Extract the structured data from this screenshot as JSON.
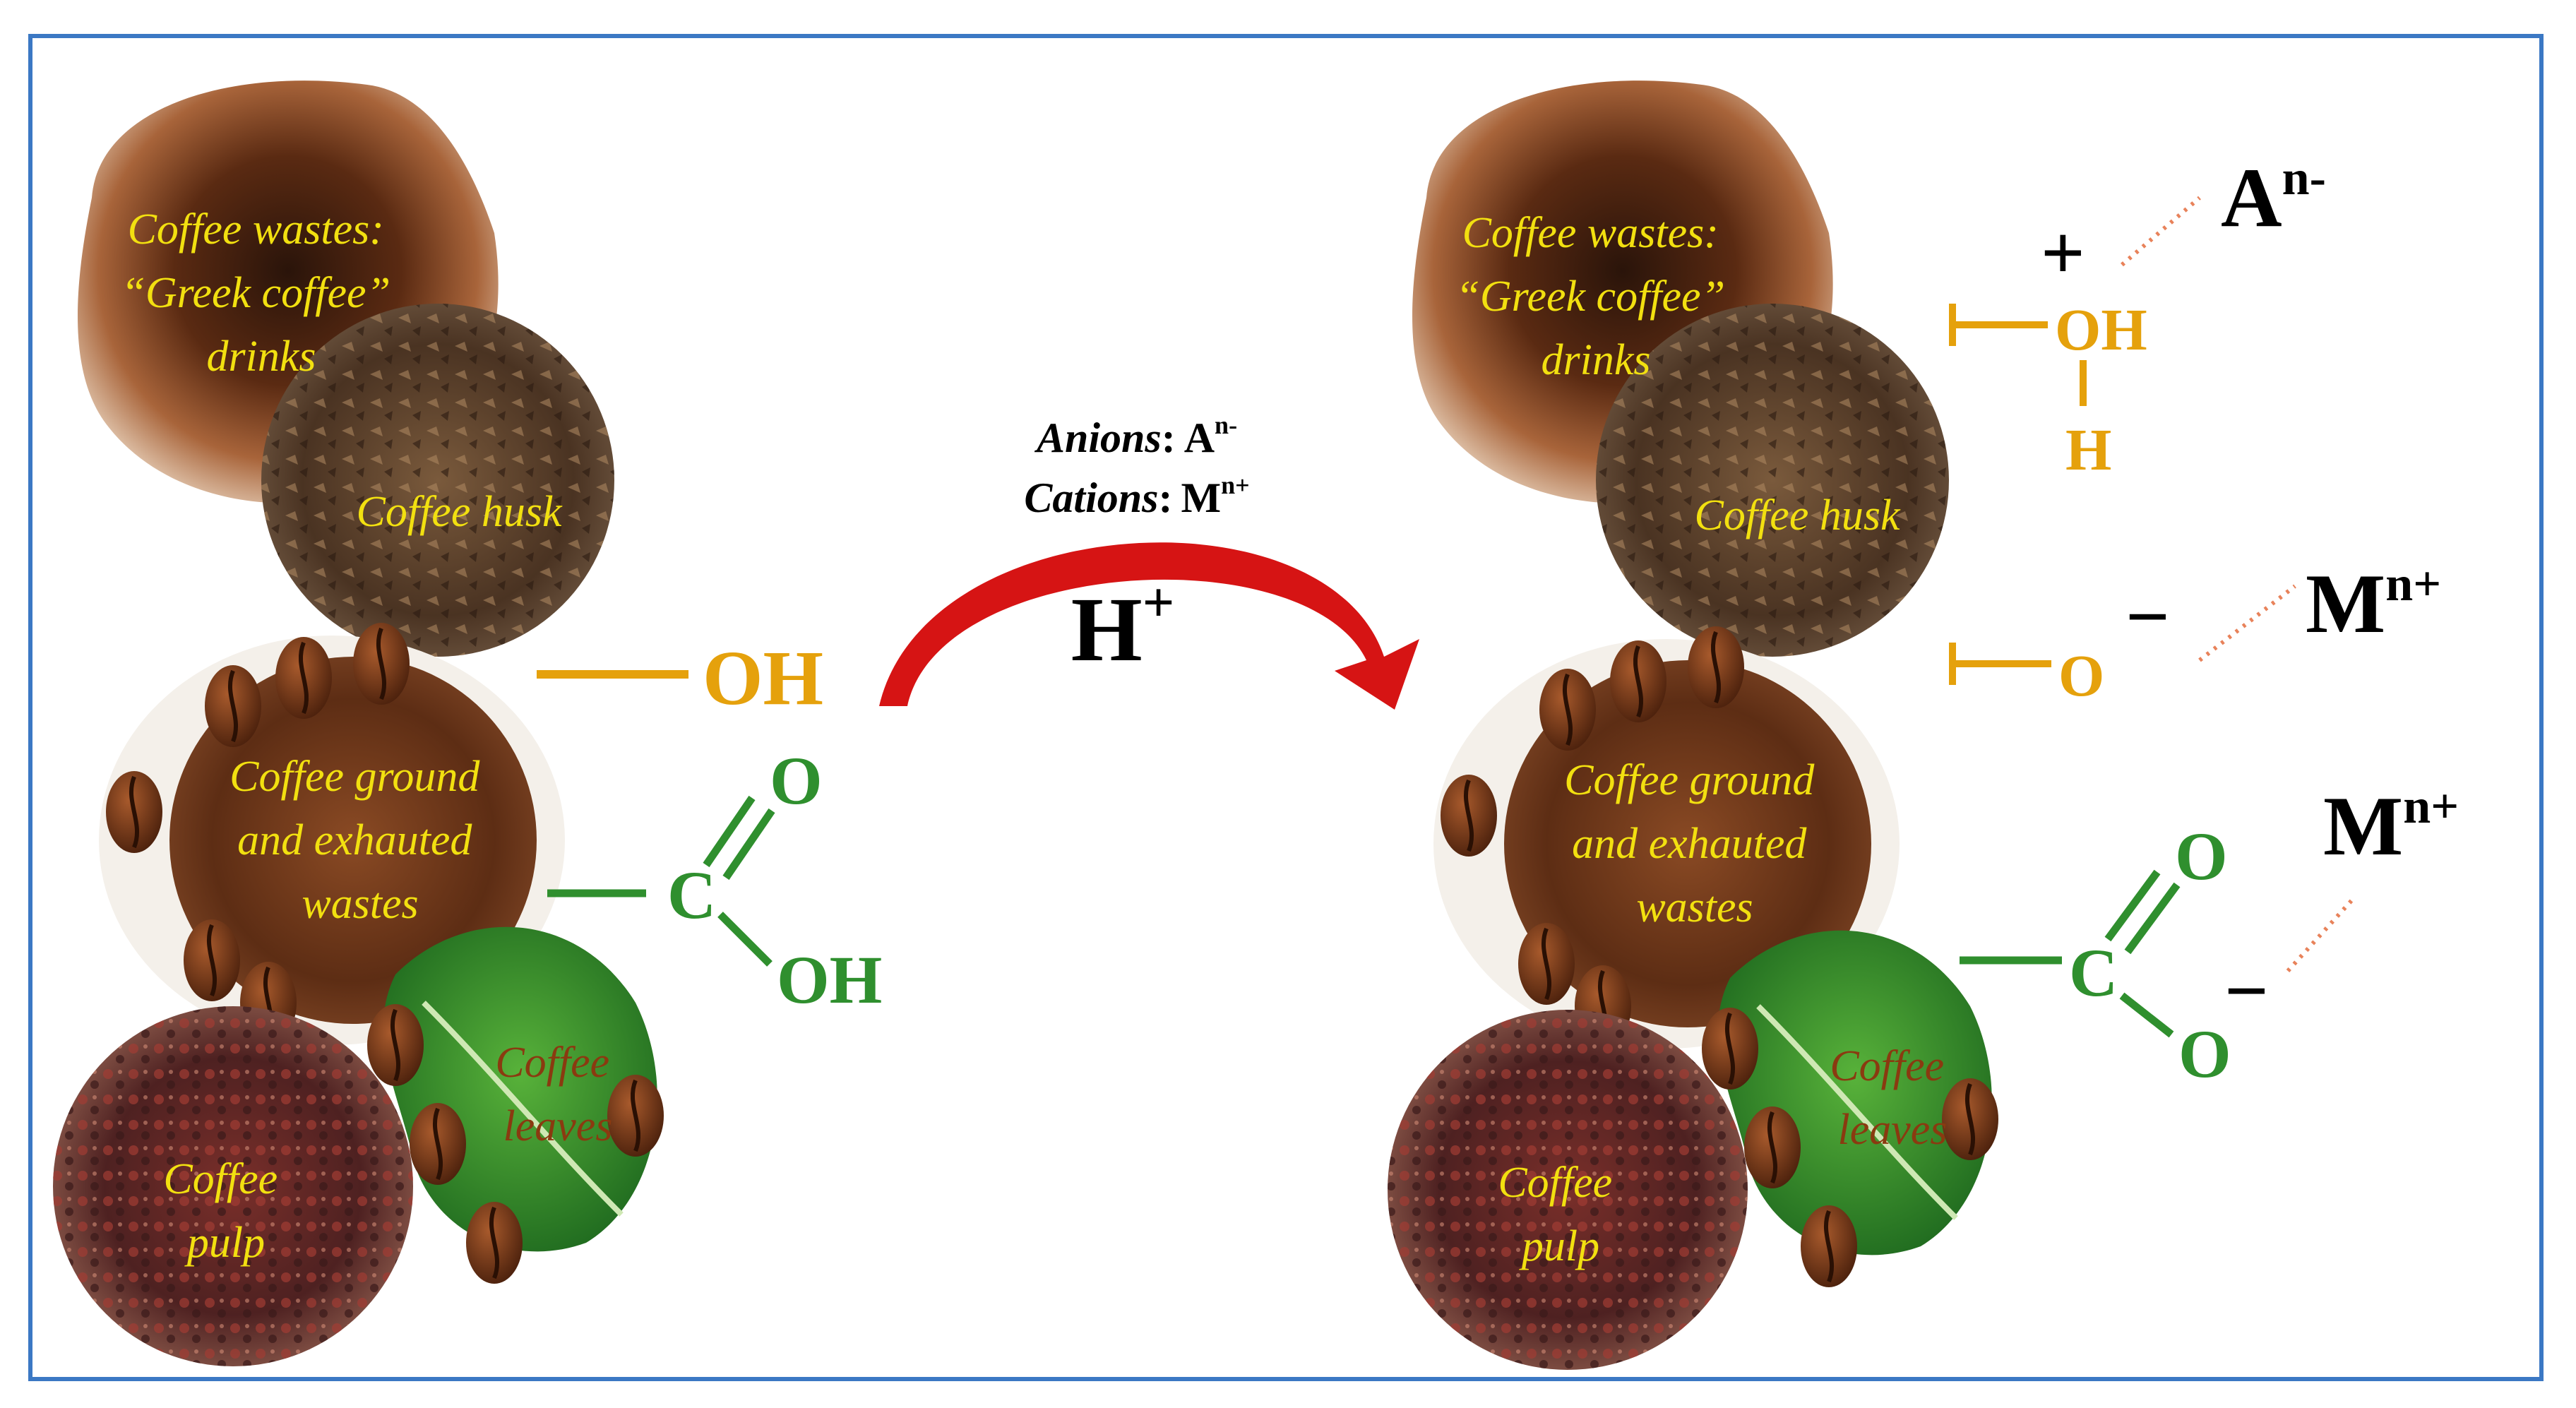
{
  "labels": {
    "greek_coffee": [
      "Coffee wastes:",
      "“Greek coffee”",
      "drinks"
    ],
    "husk": "Coffee husk",
    "ground": [
      "Coffee ground",
      "and exhauted",
      "wastes"
    ],
    "leaves": [
      "Coffee",
      "leaves"
    ],
    "pulp": [
      "Coffee",
      "pulp"
    ]
  },
  "reaction": {
    "anions_label": "Anions",
    "cations_label": "Cations",
    "anion_symbol": "A",
    "anion_charge": "n-",
    "cation_symbol": "M",
    "cation_charge": "n+",
    "proton": "H",
    "proton_charge": "+",
    "colon": ":"
  },
  "left_groups": {
    "hydroxyl": "OH",
    "carboxyl_c": "C",
    "carboxyl_o": "O",
    "carboxyl_oh": "OH"
  },
  "right_groups": {
    "oh": "OH",
    "h": "H",
    "plus": "+",
    "o": "O",
    "minus": "−",
    "c": "C",
    "carbox_o": "O",
    "carbox_o2": "O",
    "minus2": "−",
    "ion1_symbol": "A",
    "ion1_charge": "n-",
    "ion2_symbol": "M",
    "ion2_charge": "n+",
    "ion3_symbol": "M",
    "ion3_charge": "n+"
  },
  "colors": {
    "frame": "#3b78c4",
    "orange": "#e5a10c",
    "green": "#2f8f2e",
    "arrow": "#d61414",
    "label_yellow": "#f2e010"
  }
}
